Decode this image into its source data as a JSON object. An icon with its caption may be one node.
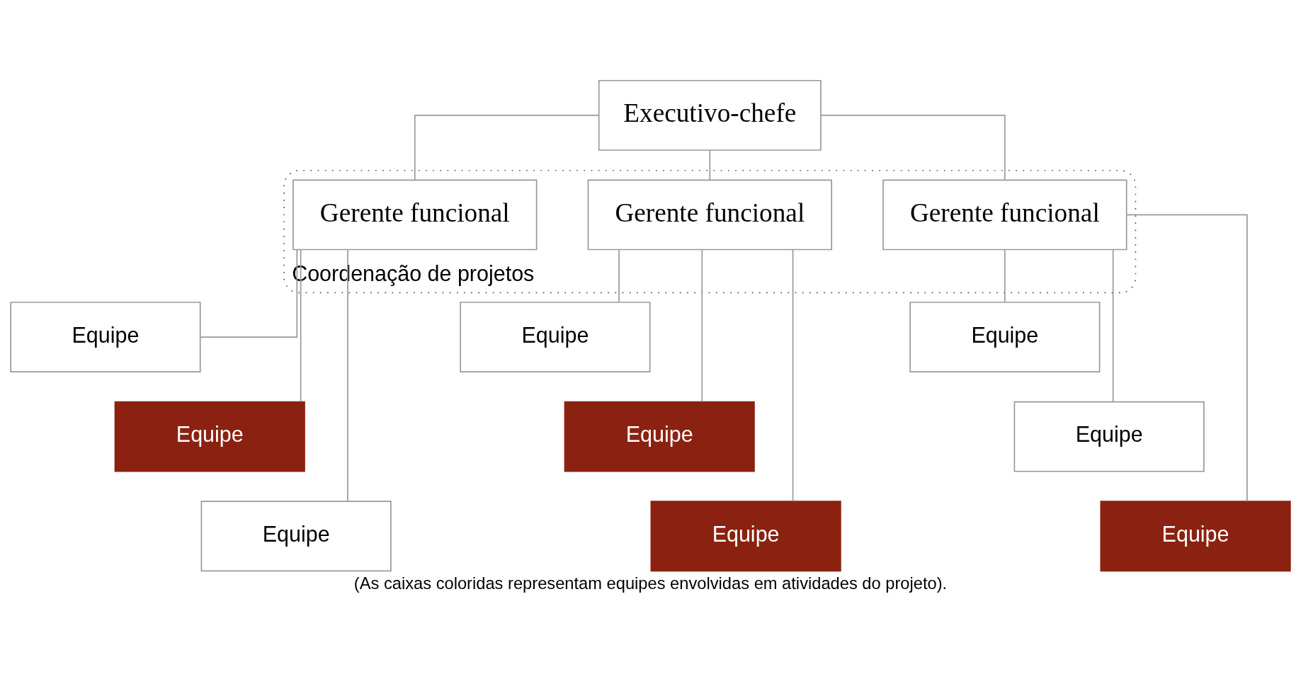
{
  "diagram": {
    "caption": "(As caixas coloridas representam equipes envolvidas em atividades do projeto).",
    "nodes": [
      {
        "text": [
          "Executivo-chefe"
        ]
      },
      {
        "text": [
          "Coordenação de projetos"
        ]
      },
      {
        "text": [
          "Gerente funcional"
        ],
        "in": 1
      },
      {
        "text": [
          "Gerente funcional"
        ],
        "in": 1
      },
      {
        "text": [
          "Gerente funcional"
        ],
        "in": 1
      },
      {
        "text": [
          "Equipe"
        ]
      },
      {
        "text": [
          "Equipe"
        ]
      },
      {
        "text": [
          "Equipe"
        ]
      },
      {
        "text": [
          "Equipe"
        ]
      },
      {
        "text": [
          "Equipe"
        ]
      },
      {
        "text": [
          "Equipe"
        ]
      },
      {
        "text": [
          "Equipe"
        ]
      },
      {
        "text": [
          "Equipe"
        ]
      },
      {
        "text": [
          "Equipe"
        ]
      }
    ],
    "edges": [
      {
        "from": 0,
        "to": 2,
        "arrow": "none"
      },
      {
        "from": 0,
        "to": 3,
        "arrow": "none"
      },
      {
        "from": 0,
        "to": 4,
        "arrow": "none"
      },
      {
        "from": 2,
        "to": 5,
        "arrow": "none"
      },
      {
        "from": 2,
        "to": 6,
        "arrow": "none"
      },
      {
        "from": 2,
        "to": 7,
        "arrow": "none"
      },
      {
        "from": 3,
        "to": 8,
        "arrow": "none"
      },
      {
        "from": 3,
        "to": 9,
        "arrow": "none"
      },
      {
        "from": 3,
        "to": 10,
        "arrow": "none"
      },
      {
        "from": 4,
        "to": 11,
        "arrow": "none"
      },
      {
        "from": 4,
        "to": 12,
        "arrow": "none"
      },
      {
        "from": 4,
        "to": 13,
        "arrow": "none"
      }
    ]
  }
}
